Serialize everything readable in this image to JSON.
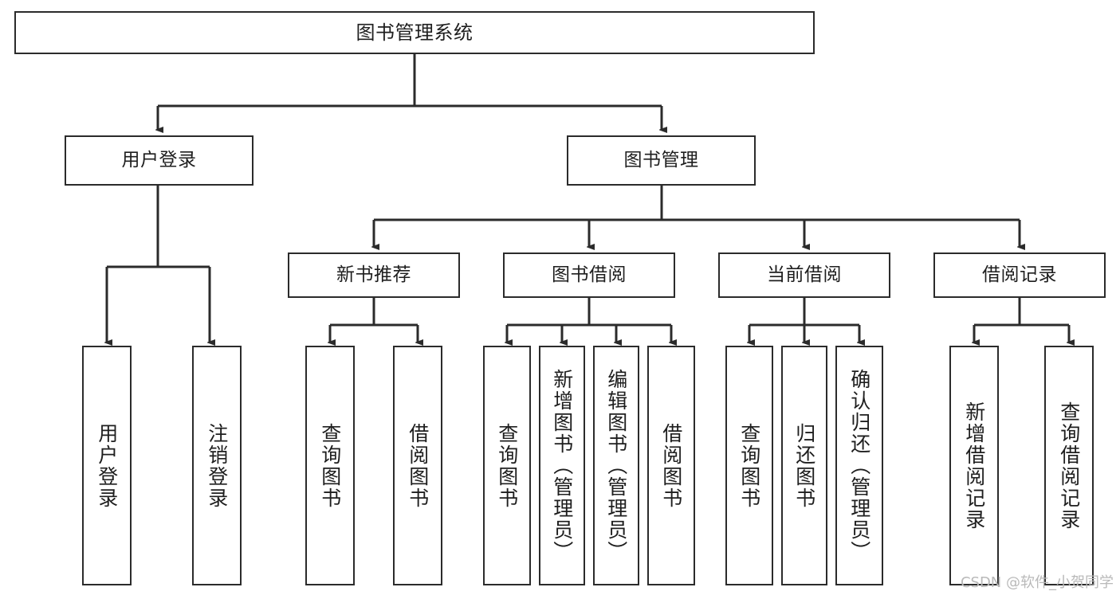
{
  "diagram": {
    "type": "tree",
    "title": "图书管理系统",
    "watermark": "CSDN @软件_小贺同学",
    "colors": {
      "background": "#ffffff",
      "box_border": "#2b2b2b",
      "box_fill": "#ffffff",
      "connector": "#2b2b2b",
      "text": "#1e1e1e",
      "watermark": "#b9b9b9"
    },
    "nodes": {
      "root": {
        "label": "图书管理系统"
      },
      "level2": [
        {
          "id": "user-login",
          "label": "用户登录"
        },
        {
          "id": "book-manage",
          "label": "图书管理"
        }
      ],
      "level3": [
        {
          "id": "new-book-recommend",
          "label": "新书推荐"
        },
        {
          "id": "book-borrow",
          "label": "图书借阅"
        },
        {
          "id": "current-borrow",
          "label": "当前借阅"
        },
        {
          "id": "borrow-record",
          "label": "借阅记录"
        }
      ],
      "leaves": {
        "user-login": [
          {
            "id": "leaf-user-login",
            "label": "用户登录"
          },
          {
            "id": "leaf-logout",
            "label": "注销登录"
          }
        ],
        "new-book-recommend": [
          {
            "id": "leaf-query-book-1",
            "label": "查询图书"
          },
          {
            "id": "leaf-borrow-book-1",
            "label": "借阅图书"
          }
        ],
        "book-borrow": [
          {
            "id": "leaf-query-book-2",
            "label": "查询图书"
          },
          {
            "id": "leaf-add-book",
            "label": "新增图书（管理员）"
          },
          {
            "id": "leaf-edit-book",
            "label": "编辑图书（管理员）"
          },
          {
            "id": "leaf-borrow-book-2",
            "label": "借阅图书"
          }
        ],
        "current-borrow": [
          {
            "id": "leaf-query-book-3",
            "label": "查询图书"
          },
          {
            "id": "leaf-return-book",
            "label": "归还图书"
          },
          {
            "id": "leaf-confirm-return",
            "label": "确认归还（管理员）"
          }
        ],
        "borrow-record": [
          {
            "id": "leaf-add-record",
            "label": "新增借阅记录"
          },
          {
            "id": "leaf-query-record",
            "label": "查询借阅记录"
          }
        ]
      }
    }
  }
}
